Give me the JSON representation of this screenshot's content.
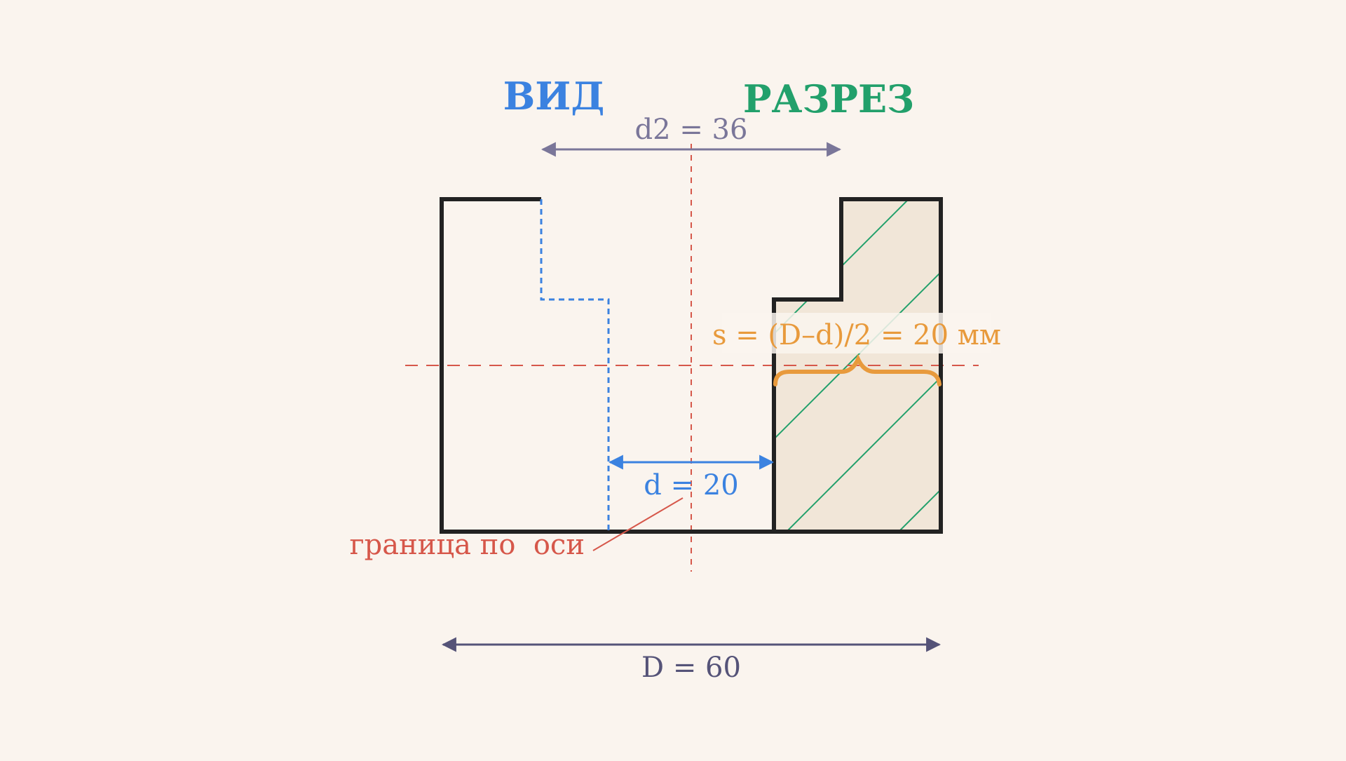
{
  "colors": {
    "background": "#faf4ee",
    "outline": "#222222",
    "view_blue": "#3b82e0",
    "section_green": "#22a06b",
    "axis_red": "#d6574a",
    "dim_purple": "#7a7699",
    "dim_navy": "#555378",
    "accent_orange": "#e89a3c",
    "section_fill": "#f1e6d8"
  },
  "labels": {
    "view_title": "ВИД",
    "section_title": "РАЗРЕЗ",
    "d2_dim": "d2 = 36",
    "d_dim": "d = 20",
    "D_dim": "D = 60",
    "wall_formula": "s = (D–d)/2 = 20 мм",
    "axis_note": "граница по  оси"
  }
}
